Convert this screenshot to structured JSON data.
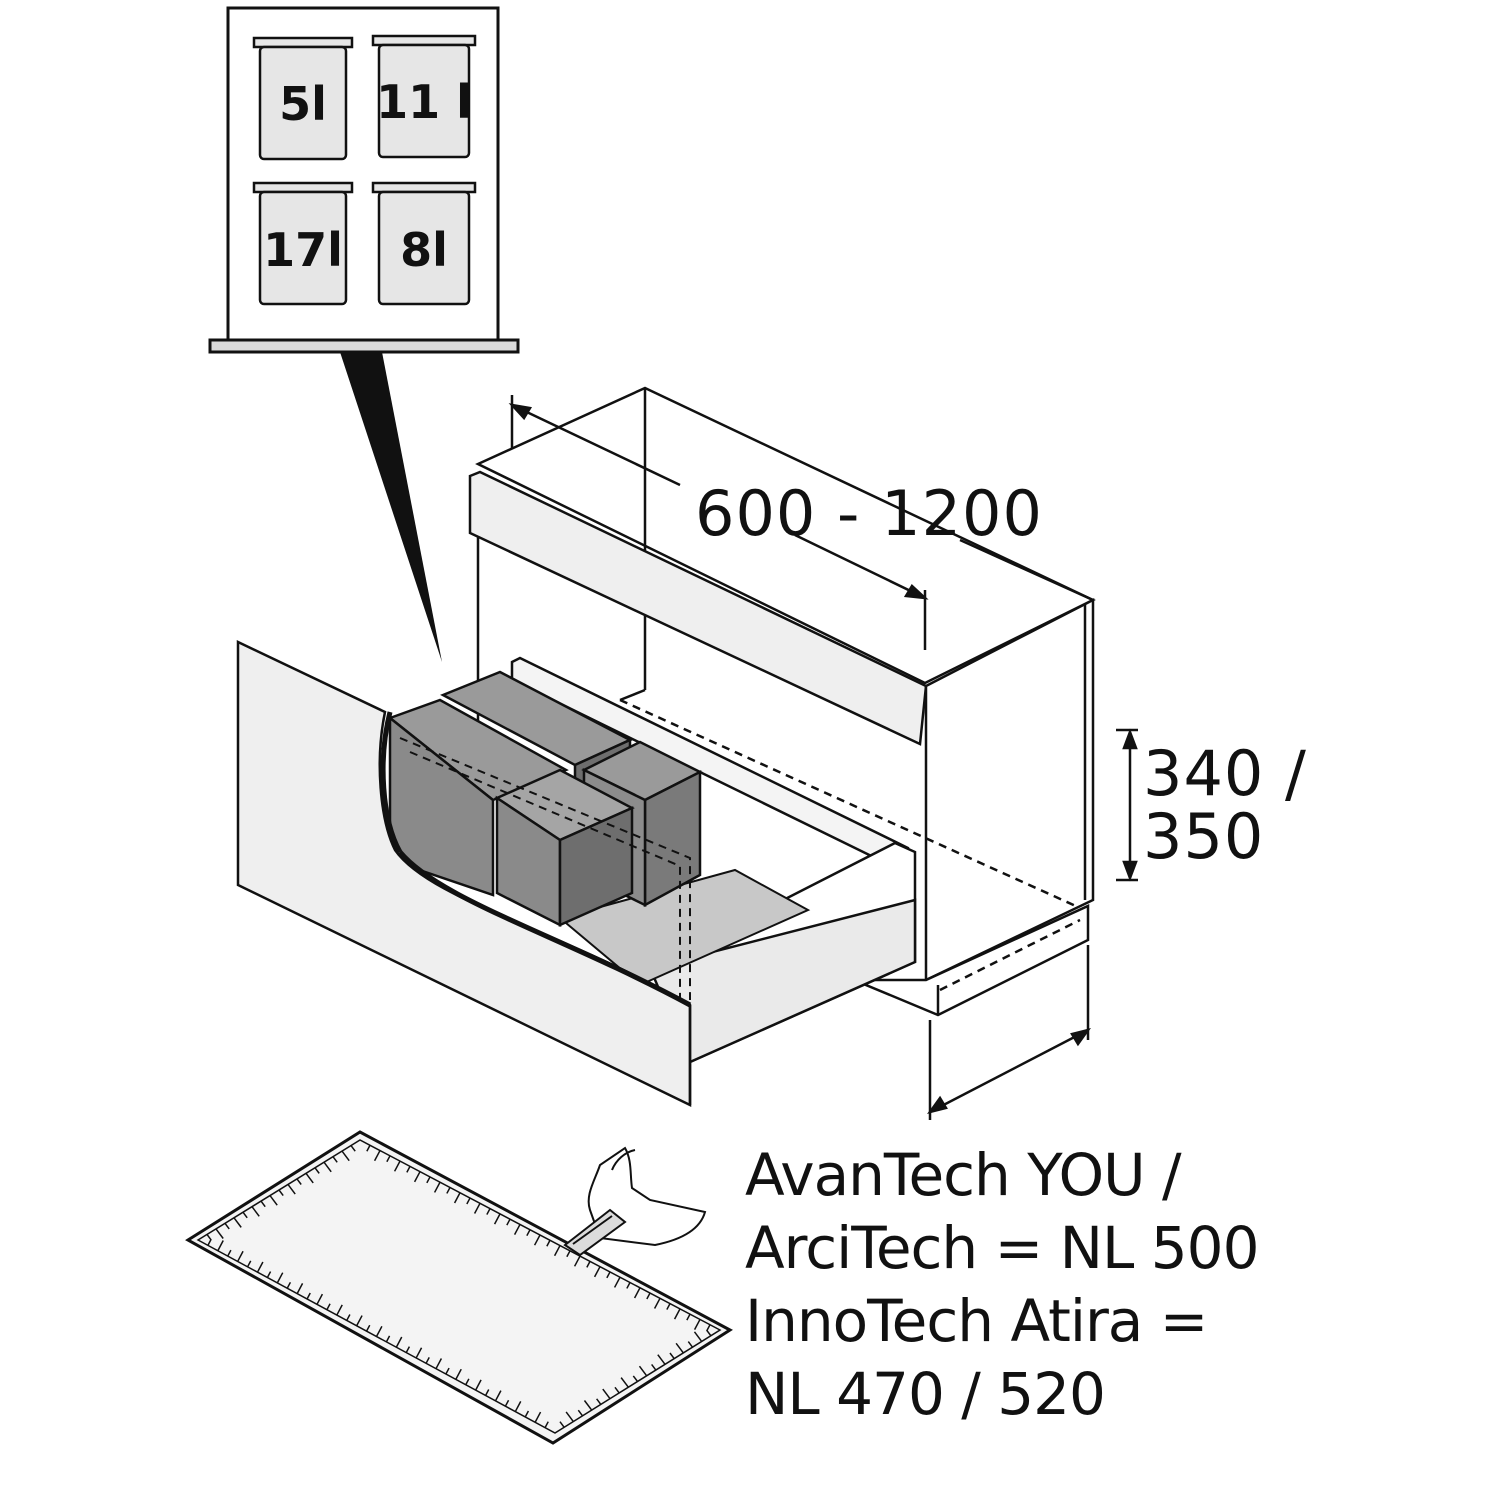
{
  "inset": {
    "bins": [
      {
        "label": "5l"
      },
      {
        "label": "11 l"
      },
      {
        "label": "17l"
      },
      {
        "label": "8l"
      }
    ]
  },
  "dimensions": {
    "width": "600 - 1200",
    "height_line1": "340 /",
    "height_line2": "350"
  },
  "spec": {
    "line1": "AvanTech YOU /",
    "line2": "ArciTech = NL 500",
    "line3": "InnoTech Atira =",
    "line4": "NL 470 / 520"
  },
  "colors": {
    "line": "#111111",
    "panel": "#efefef",
    "bin_fill": "#8a8a8a",
    "bin_dark": "#6e6e6e",
    "mat": "#f4f4f4"
  }
}
